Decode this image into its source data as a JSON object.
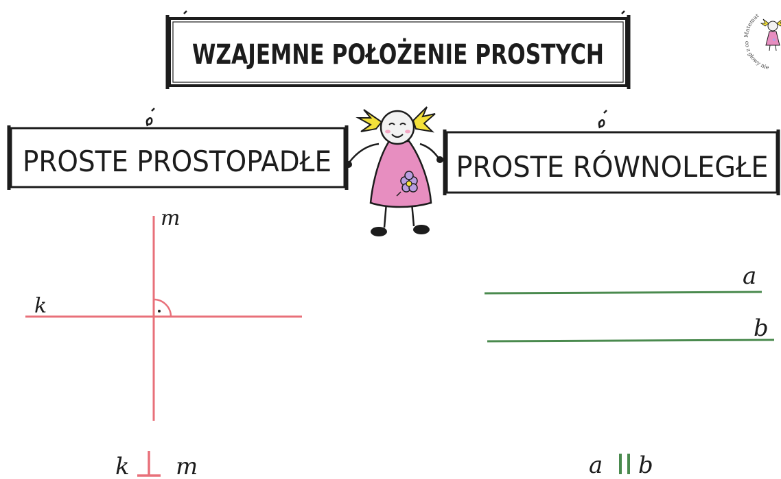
{
  "title": "WZAJEMNE POŁOŻENIE PROSTYCH",
  "left_panel": {
    "heading": "PROSTE PROSTOPADŁE",
    "line_horizontal_label": "k",
    "line_vertical_label": "m",
    "notation": {
      "left": "k",
      "symbol": "⊥",
      "right": "m"
    },
    "line_color": "#e8707a"
  },
  "right_panel": {
    "heading": "PROSTE RÓWNOLEGŁE",
    "line_top_label": "a",
    "line_bottom_label": "b",
    "notation": {
      "left": "a",
      "symbol": "||",
      "right": "b"
    },
    "line_color": "#4a8a4e"
  },
  "logo": {
    "top_text": "Matemat",
    "bottom_text": "co z głowy nie"
  },
  "colors": {
    "ink": "#1c1c1c",
    "dress": "#e78ec0",
    "hair": "#f4e13a",
    "face": "#f2f2f2"
  }
}
